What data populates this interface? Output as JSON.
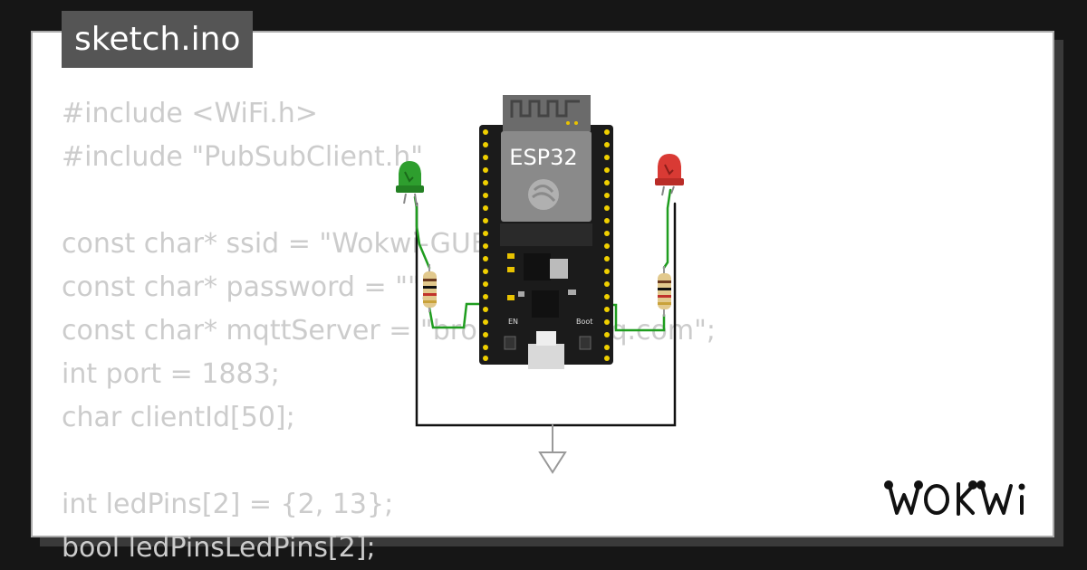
{
  "file_tab": {
    "label": "sketch.ino"
  },
  "code": {
    "lines": [
      "#include <WiFi.h>",
      "#include \"PubSubClient.h\"",
      "",
      "const char* ssid = \"Wokwi-GUEST\";",
      "const char* password = \"\";",
      "const char* mqttServer = \"broker.hivemq.com\";",
      "int port = 1883;",
      "char clientId[50];",
      "",
      "int ledPins[2] = {2, 13};",
      "bool ledPinsLedPins[2];"
    ]
  },
  "board": {
    "label": "ESP32",
    "en_label": "EN",
    "boot_label": "Boot"
  },
  "leds": [
    {
      "color": "green",
      "hex": "#2e9e2e"
    },
    {
      "color": "red",
      "hex": "#d93a34"
    }
  ],
  "ground_symbol": "ground-icon",
  "brand": {
    "logo_text": "WOKWi"
  },
  "colors": {
    "background": "#161616",
    "code_text": "#cccccc",
    "tab_bg": "#555555",
    "wire_green": "#1f9d1f"
  }
}
